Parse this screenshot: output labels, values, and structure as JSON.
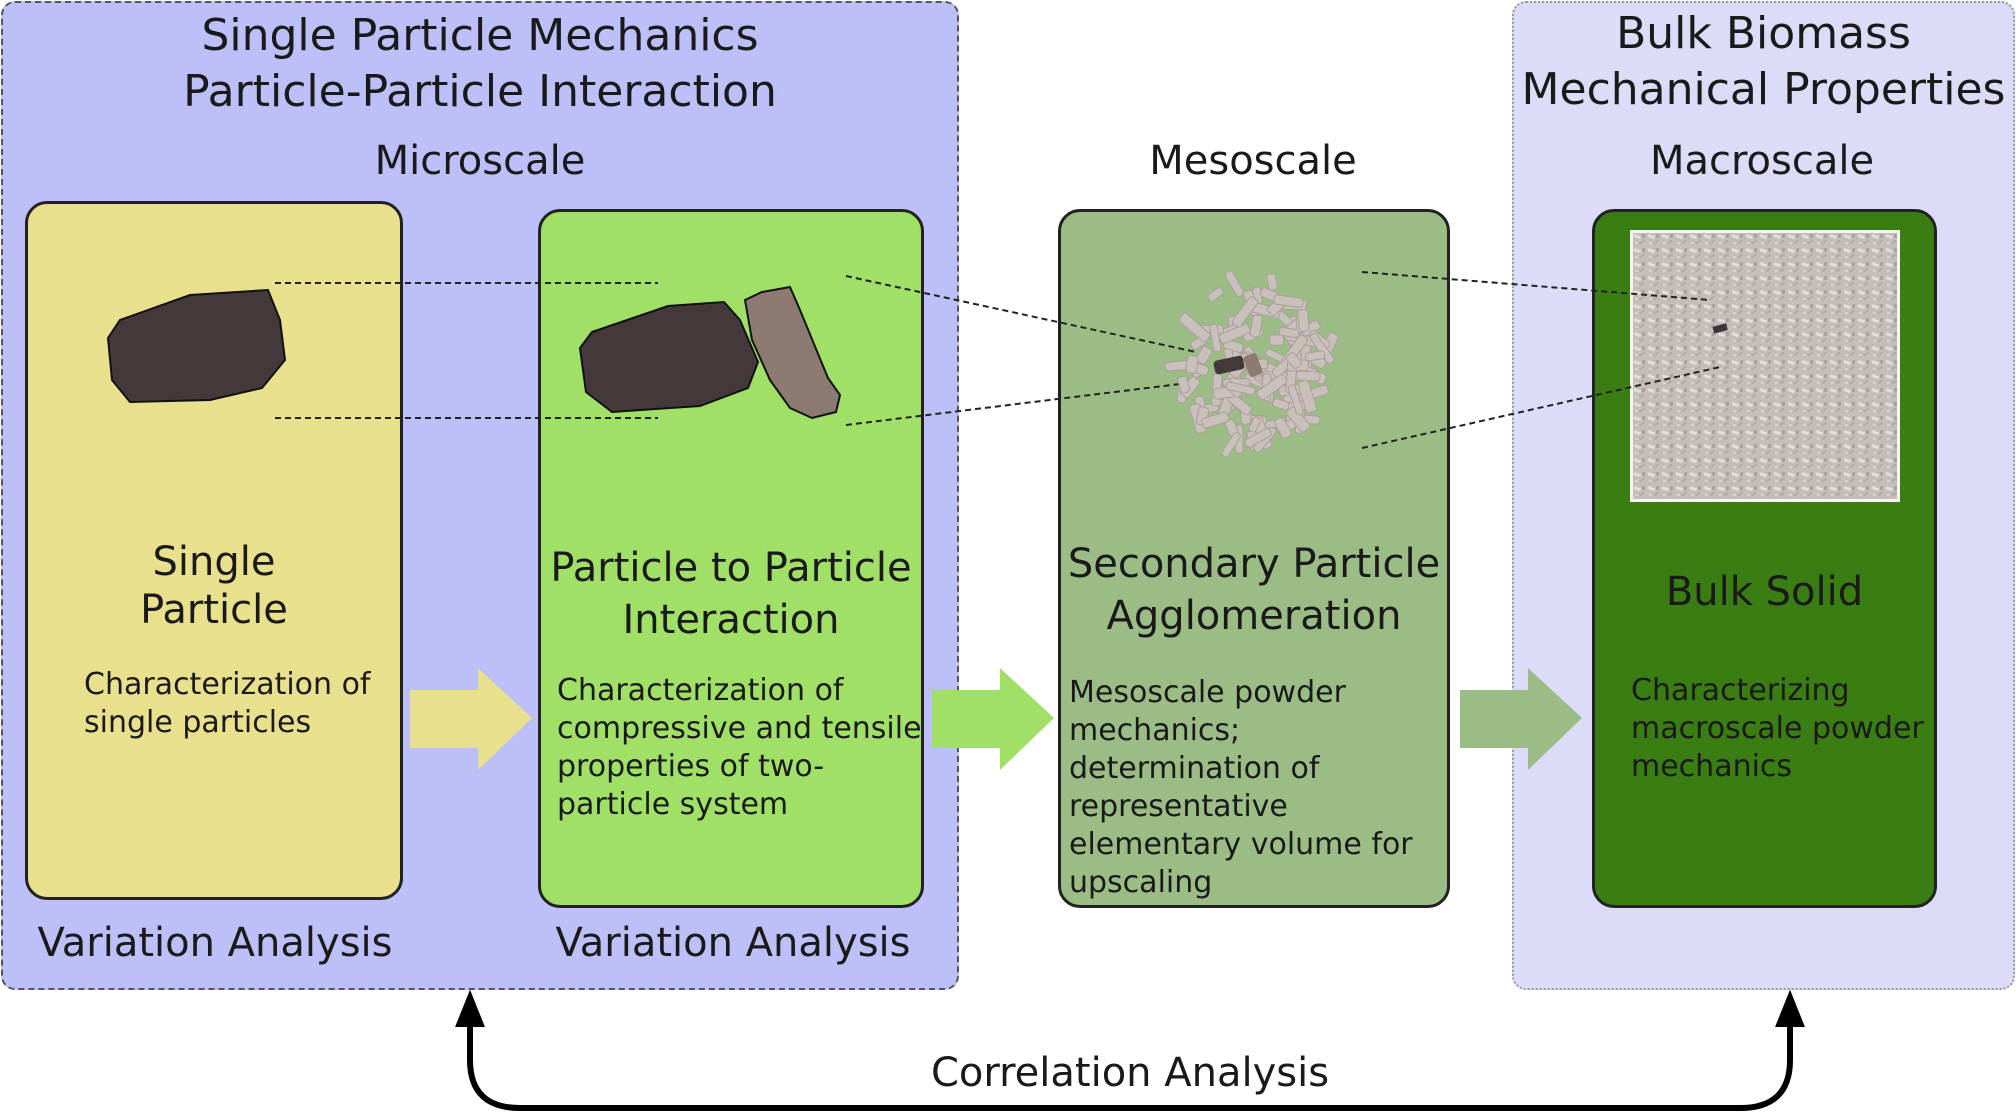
{
  "regions": {
    "left_title": [
      "Single Particle Mechanics",
      "Particle-Particle Interaction"
    ],
    "right_title": [
      "Bulk Biomass",
      "Mechanical Properties"
    ]
  },
  "scales": {
    "micro": "Microscale",
    "meso": "Mesoscale",
    "macro": "Macroscale"
  },
  "boxes": [
    {
      "title": [
        "Single",
        "Particle"
      ],
      "desc": "Characterization of single particles",
      "color": "#e8e08c"
    },
    {
      "title": [
        "Particle to Particle",
        "Interaction"
      ],
      "desc": "Characterization of compressive and tensile properties of two-particle system",
      "color": "#a0e066"
    },
    {
      "title": [
        "Secondary Particle",
        "Agglomeration"
      ],
      "desc": "Mesoscale powder mechanics; determination of representative elementary volume for upscaling",
      "color": "#9bbd85"
    },
    {
      "title": [
        "Bulk Solid"
      ],
      "desc": "Characterizing macroscale powder mechanics",
      "color": "#3a7d12"
    }
  ],
  "variation": {
    "left": "Variation Analysis",
    "right": "Variation Analysis"
  },
  "correlation": "Correlation Analysis",
  "colors": {
    "left_region": "#bcbff8",
    "right_region": "#dcdcf9",
    "arrow1": "#e8e08c",
    "arrow2": "#a0e066",
    "arrow3": "#9bbd85",
    "particle_dark": "#44393a",
    "particle_light": "#8d7a70"
  }
}
